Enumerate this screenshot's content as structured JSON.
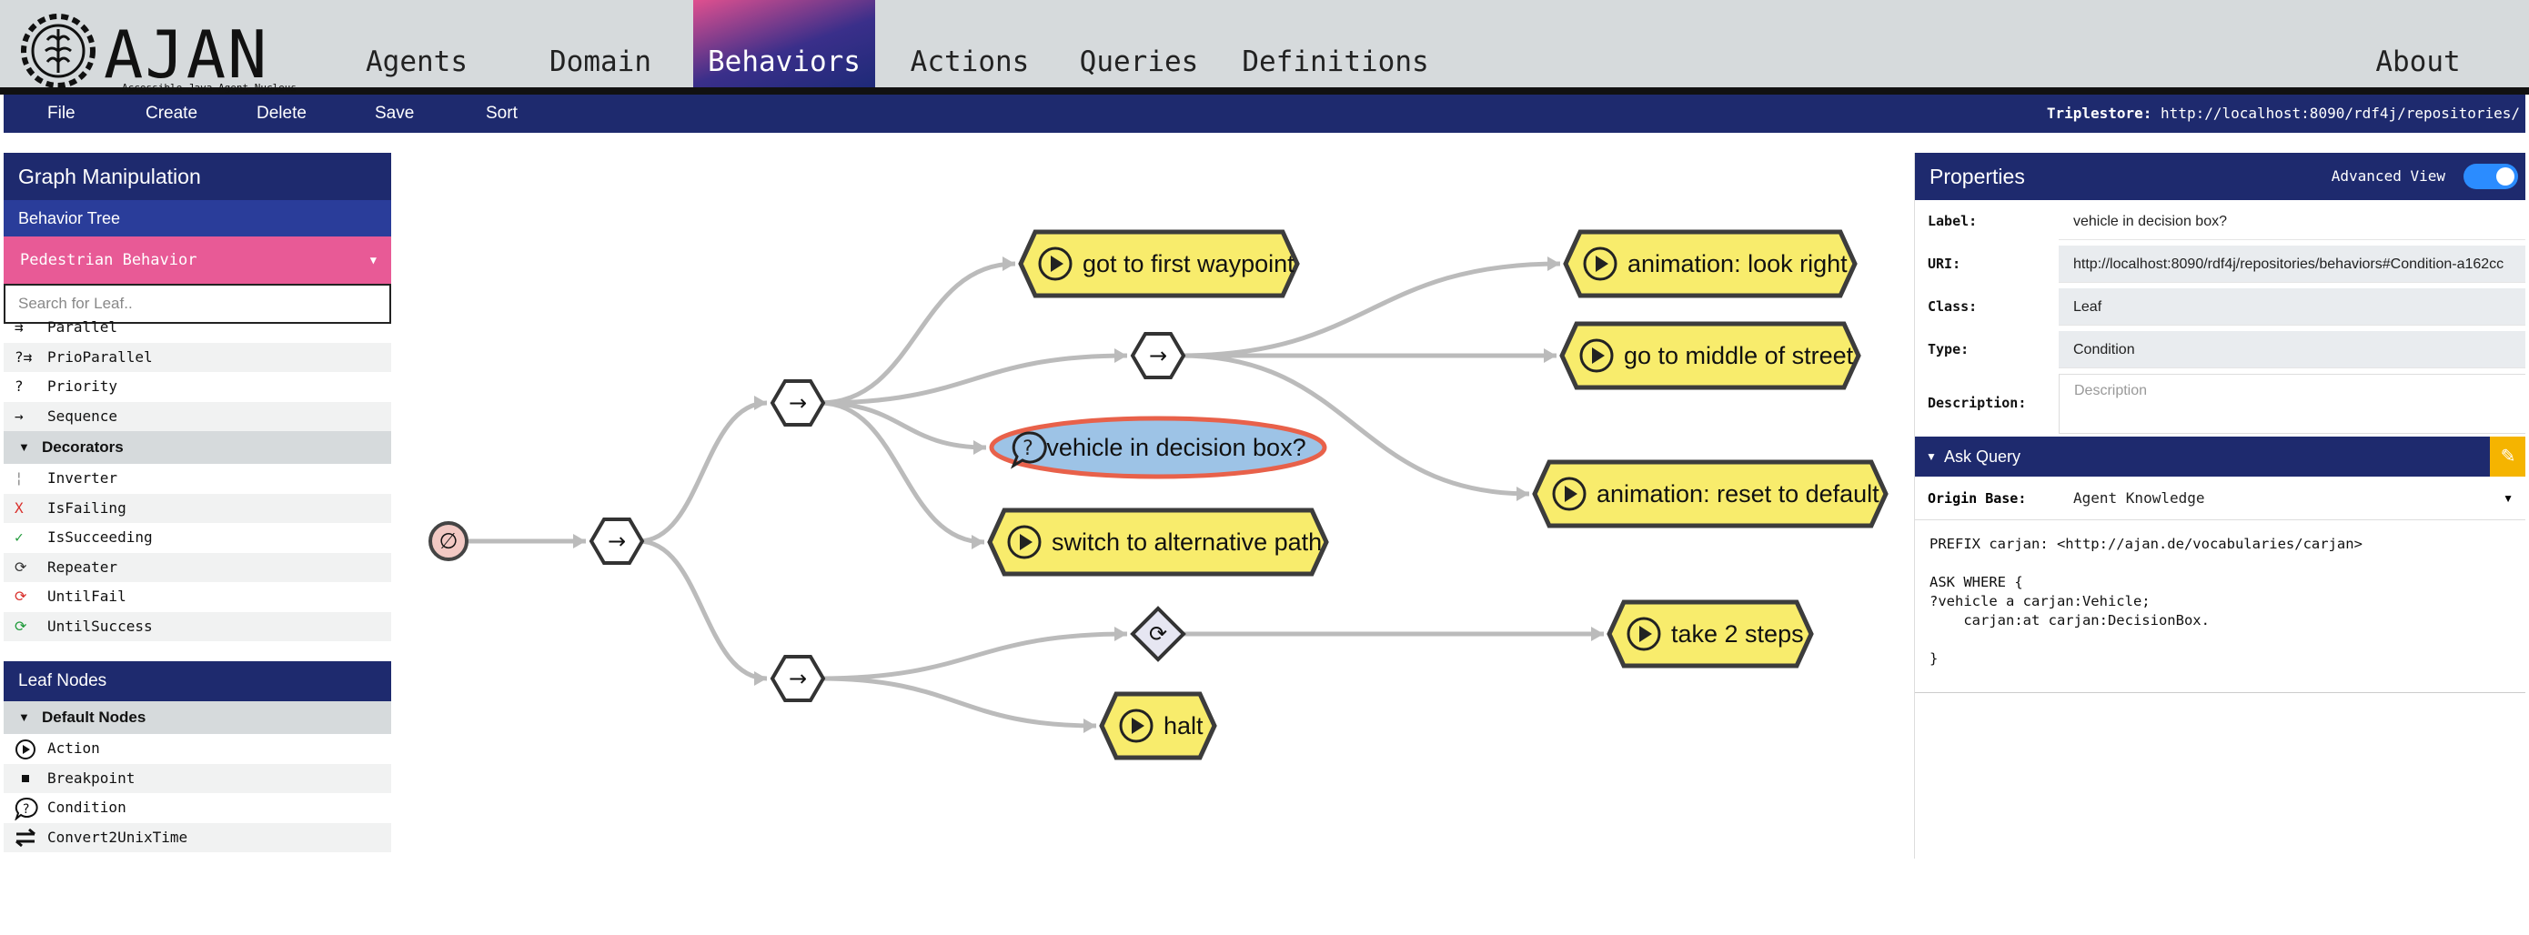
{
  "header": {
    "logo_text": "AJAN",
    "logo_subtitle": "Accessible Java Agent Nucleus",
    "nav": [
      "Agents",
      "Domain",
      "Behaviors",
      "Actions",
      "Queries",
      "Definitions",
      "About"
    ],
    "active_nav": "Behaviors"
  },
  "toolbar": {
    "items": [
      "File",
      "Create",
      "Delete",
      "Save",
      "Sort"
    ],
    "triplestore_label": "Triplestore:",
    "triplestore_url": "http://localhost:8090/rdf4j/repositories/"
  },
  "left_panel": {
    "title": "Graph Manipulation",
    "behavior_tree_label": "Behavior Tree",
    "selected_behavior": "Pedestrian Behavior",
    "search_placeholder": "Search for Leaf..",
    "composites": [
      {
        "icon": "⇉",
        "label": "Parallel"
      },
      {
        "icon": "?⇉",
        "label": "PrioParallel"
      },
      {
        "icon": "?",
        "label": "Priority"
      },
      {
        "icon": "→",
        "label": "Sequence"
      }
    ],
    "decorators_label": "Decorators",
    "decorators": [
      {
        "icon": "¦",
        "label": "Inverter",
        "color": "#888888"
      },
      {
        "icon": "X",
        "label": "IsFailing",
        "color": "#d9302c"
      },
      {
        "icon": "✓",
        "label": "IsSucceeding",
        "color": "#1f9a3a"
      },
      {
        "icon": "⟳",
        "label": "Repeater",
        "color": "#333333"
      },
      {
        "icon": "⟳",
        "label": "UntilFail",
        "color": "#d9302c"
      },
      {
        "icon": "⟳",
        "label": "UntilSuccess",
        "color": "#1f9a3a"
      }
    ],
    "leaf_nodes_label": "Leaf Nodes",
    "default_nodes_label": "Default Nodes",
    "leaves": [
      {
        "icon": "play-circle-icon",
        "label": "Action"
      },
      {
        "icon": "square-icon",
        "label": "Breakpoint"
      },
      {
        "icon": "question-bubble-icon",
        "label": "Condition"
      },
      {
        "icon": "swap-arrows-icon",
        "label": "Convert2UnixTime"
      }
    ]
  },
  "graph": {
    "nodes": [
      {
        "id": "root",
        "kind": "root",
        "glyph": "∅"
      },
      {
        "id": "seq-main",
        "kind": "sequence",
        "glyph": "→"
      },
      {
        "id": "seq-a",
        "kind": "sequence",
        "glyph": "→"
      },
      {
        "id": "seq-b",
        "kind": "sequence",
        "glyph": "→"
      },
      {
        "id": "seq-c",
        "kind": "sequence",
        "glyph": "→"
      },
      {
        "id": "repeater",
        "kind": "repeater",
        "glyph": "⟳"
      },
      {
        "id": "act-waypoint",
        "kind": "action",
        "label": "got to first waypoint"
      },
      {
        "id": "cond-decision",
        "kind": "condition",
        "label": "vehicle in decision box?",
        "selected": true
      },
      {
        "id": "act-switch",
        "kind": "action",
        "label": "switch to alternative path"
      },
      {
        "id": "act-look",
        "kind": "action",
        "label": "animation: look right"
      },
      {
        "id": "act-middle",
        "kind": "action",
        "label": "go to middle of street"
      },
      {
        "id": "act-reset",
        "kind": "action",
        "label": "animation: reset to default"
      },
      {
        "id": "act-steps",
        "kind": "action",
        "label": "take 2 steps"
      },
      {
        "id": "act-halt",
        "kind": "action",
        "label": "halt"
      }
    ],
    "edges": [
      [
        "root",
        "seq-main"
      ],
      [
        "seq-main",
        "seq-a"
      ],
      [
        "seq-main",
        "seq-c"
      ],
      [
        "seq-a",
        "act-waypoint"
      ],
      [
        "seq-a",
        "seq-b"
      ],
      [
        "seq-a",
        "cond-decision"
      ],
      [
        "seq-a",
        "act-switch"
      ],
      [
        "seq-b",
        "act-look"
      ],
      [
        "seq-b",
        "act-middle"
      ],
      [
        "seq-b",
        "act-reset"
      ],
      [
        "seq-c",
        "repeater"
      ],
      [
        "seq-c",
        "act-halt"
      ],
      [
        "repeater",
        "act-steps"
      ]
    ]
  },
  "properties": {
    "title": "Properties",
    "advanced_view_label": "Advanced View",
    "advanced_view_on": true,
    "fields": [
      {
        "key": "Label:",
        "value": "vehicle in decision box?",
        "readonly": false
      },
      {
        "key": "URI:",
        "value": "http://localhost:8090/rdf4j/repositories/behaviors#Condition-a162cc",
        "readonly": true
      },
      {
        "key": "Class:",
        "value": "Leaf",
        "readonly": true
      },
      {
        "key": "Type:",
        "value": "Condition",
        "readonly": true
      }
    ],
    "description_key": "Description:",
    "description_placeholder": "Description",
    "ask_query_label": "Ask Query",
    "origin_base_key": "Origin Base:",
    "origin_base_value": "Agent Knowledge",
    "query_text": "PREFIX carjan: <http://ajan.de/vocabularies/carjan>\n\nASK WHERE {\n?vehicle a carjan:Vehicle;\n    carjan:at carjan:DecisionBox.\n\n}"
  }
}
